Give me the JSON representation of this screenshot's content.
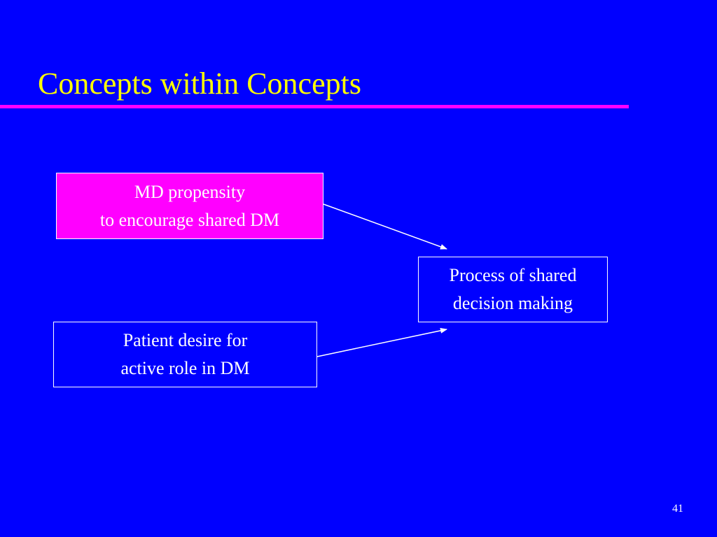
{
  "slide": {
    "title": "Concepts within Concepts",
    "page_number": "41"
  },
  "diagram": {
    "nodes": {
      "md": {
        "line1": "MD propensity",
        "line2": "to encourage shared DM"
      },
      "process": {
        "line1": "Process of shared",
        "line2": "decision making"
      },
      "patient": {
        "line1": "Patient desire for",
        "line2": "active role in DM"
      }
    },
    "edges": [
      {
        "from": "md",
        "to": "process"
      },
      {
        "from": "patient",
        "to": "process"
      }
    ]
  },
  "colors": {
    "background": "#0000ff",
    "title": "#ffff00",
    "accent": "#ff00ff",
    "text": "#ffffff"
  }
}
